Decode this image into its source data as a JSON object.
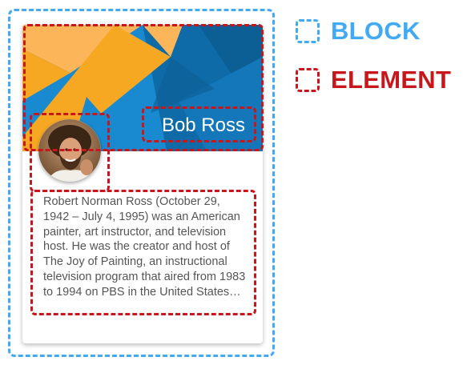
{
  "legend": {
    "block_label": "BLOCK",
    "element_label": "ELEMENT",
    "block_color": "#42aaf2",
    "element_color": "#c8161d"
  },
  "card": {
    "title": "Bob Ross",
    "description": "Robert Norman Ross (October 29, 1942 – July 4, 1995) was an American painter, art instructor, and television host. He was the creator and host of The Joy of Painting, an instructional television program that aired from 1983 to 1994 on PBS in the United States…",
    "avatar_icon": "portrait-avatar",
    "header_colors": [
      "#1a8ad0",
      "#0c5f94",
      "#f6a823",
      "#fdb55a"
    ]
  }
}
